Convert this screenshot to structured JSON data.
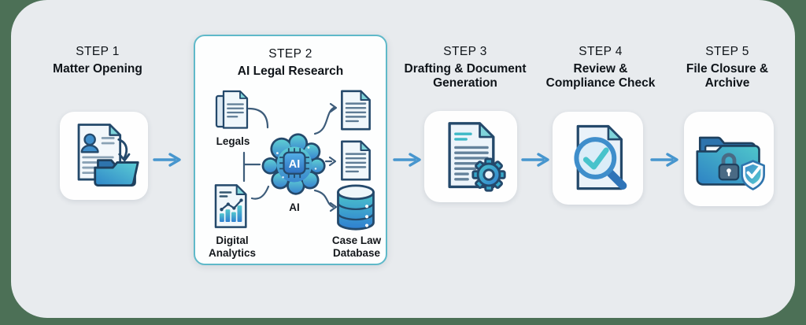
{
  "colors": {
    "outer_background": "#4c7056",
    "panel_background": "#e8ebee",
    "card_background": "#fefefe",
    "step2_card_border": "#5fb9c9",
    "flow_arrow": "#4796ce",
    "connector_line": "#3d5c7a",
    "icon_outline_navy": "#24496b",
    "icon_teal": "#4cc4cb",
    "icon_blue": "#2f7fd1",
    "text": "#0f1419"
  },
  "steps": [
    {
      "title": "STEP 1",
      "subtitle": "Matter Opening",
      "icon": "document-to-folder"
    },
    {
      "title": "STEP 2",
      "subtitle": "AI Legal Research",
      "icon": "ai-research-diagram",
      "nodes": {
        "legals_label": "Legals",
        "analytics_label": "Digital Analytics",
        "ai_chip_text": "AI",
        "ai_label": "AI",
        "database_label": "Case Law Database"
      }
    },
    {
      "title": "STEP 3",
      "subtitle": "Drafting & Document Generation",
      "icon": "document-gear"
    },
    {
      "title": "STEP 4",
      "subtitle": "Review & Compliance Check",
      "icon": "document-magnifier-check"
    },
    {
      "title": "STEP 5",
      "subtitle": "File Closure & Archive",
      "icon": "folder-lock-shield"
    }
  ]
}
